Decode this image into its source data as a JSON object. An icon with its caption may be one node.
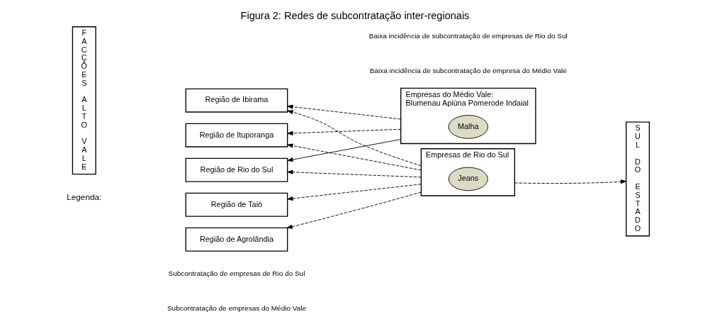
{
  "diagram": {
    "title": "Figura 2: Redes de subcontratação inter-regionais",
    "nodes": [
      {
        "text": [
          "FACÇÕES ALTO VALE"
        ]
      },
      {
        "text": [
          "Região de Ibirama"
        ]
      },
      {
        "text": [
          "Região de Ituporanga"
        ]
      },
      {
        "text": [
          "Região de Rio do Sul"
        ]
      },
      {
        "text": [
          "Região de Taió"
        ]
      },
      {
        "text": [
          "Região de Agrolândia"
        ]
      },
      {
        "text": [
          "Empresas do Médio Vale:",
          "Blumenau Apiúna Pomerode Indaial"
        ]
      },
      {
        "text": [
          "Malha"
        ],
        "in": 6
      },
      {
        "text": [
          "Empresas de Rio do Sul"
        ]
      },
      {
        "text": [
          "Jeans"
        ],
        "in": 8
      },
      {
        "text": [
          "SUL DO ESTADO"
        ]
      }
    ],
    "edges": [
      {
        "from": 6,
        "to": 1,
        "arrow": "to",
        "style": "dashed"
      },
      {
        "from": 8,
        "to": 1,
        "arrow": "to",
        "style": "dashed"
      },
      {
        "from": 6,
        "to": 2,
        "arrow": "to",
        "style": "dashed"
      },
      {
        "from": 8,
        "to": 2,
        "arrow": "to",
        "style": "dashed"
      },
      {
        "from": 6,
        "to": 3,
        "arrow": "to"
      },
      {
        "from": 8,
        "to": 3,
        "arrow": "to",
        "style": "dashed"
      },
      {
        "from": 8,
        "to": 4,
        "arrow": "to",
        "style": "dashed"
      },
      {
        "from": 8,
        "to": 5,
        "arrow": "to",
        "style": "dashed"
      },
      {
        "from": 8,
        "to": 10,
        "arrow": "to",
        "style": "dashed"
      }
    ],
    "labels": [
      "Legenda:"
    ],
    "legend": [
      {
        "text": "Subcontratação de empresas de Rio do Sul"
      },
      {
        "text": "Baixa incidência de subcontratação de empresas de Rio do Sul"
      },
      {
        "text": "Subcontratação de empresas do Médio Vale"
      },
      {
        "text": "Baixa incidência de subcontratação de empresa do Médio Vale"
      }
    ]
  }
}
